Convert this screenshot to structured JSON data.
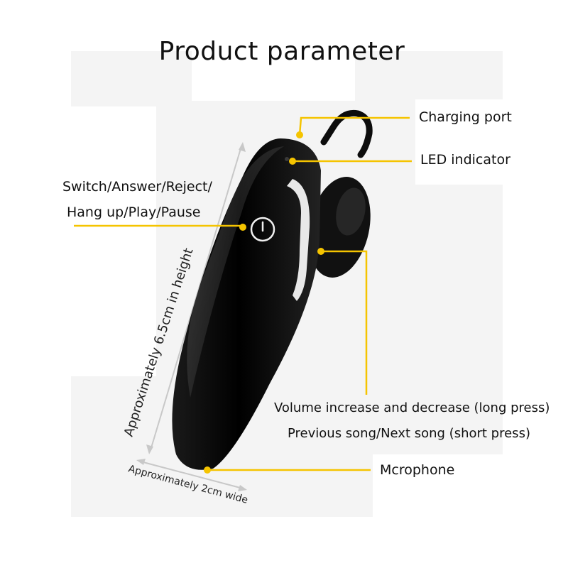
{
  "title": "Product parameter",
  "labels": {
    "charging_port": "Charging port",
    "led_indicator": "LED indicator",
    "switch_line1": "Switch/Answer/Reject/",
    "switch_line2": "Hang up/Play/Pause",
    "volume_line1": "Volume increase and decrease (long press)",
    "volume_line2": "Previous song/Next song (short press)",
    "microphone": "Mcrophone"
  },
  "dimensions": {
    "height": "Approximately 6.5cm in height",
    "width": "Approximately 2cm wide"
  },
  "colors": {
    "callout": "#f5c400",
    "dimension_arrow": "#c8c8c8",
    "device_body": "#0a0a0a",
    "device_trim": "#e8e8e8"
  }
}
